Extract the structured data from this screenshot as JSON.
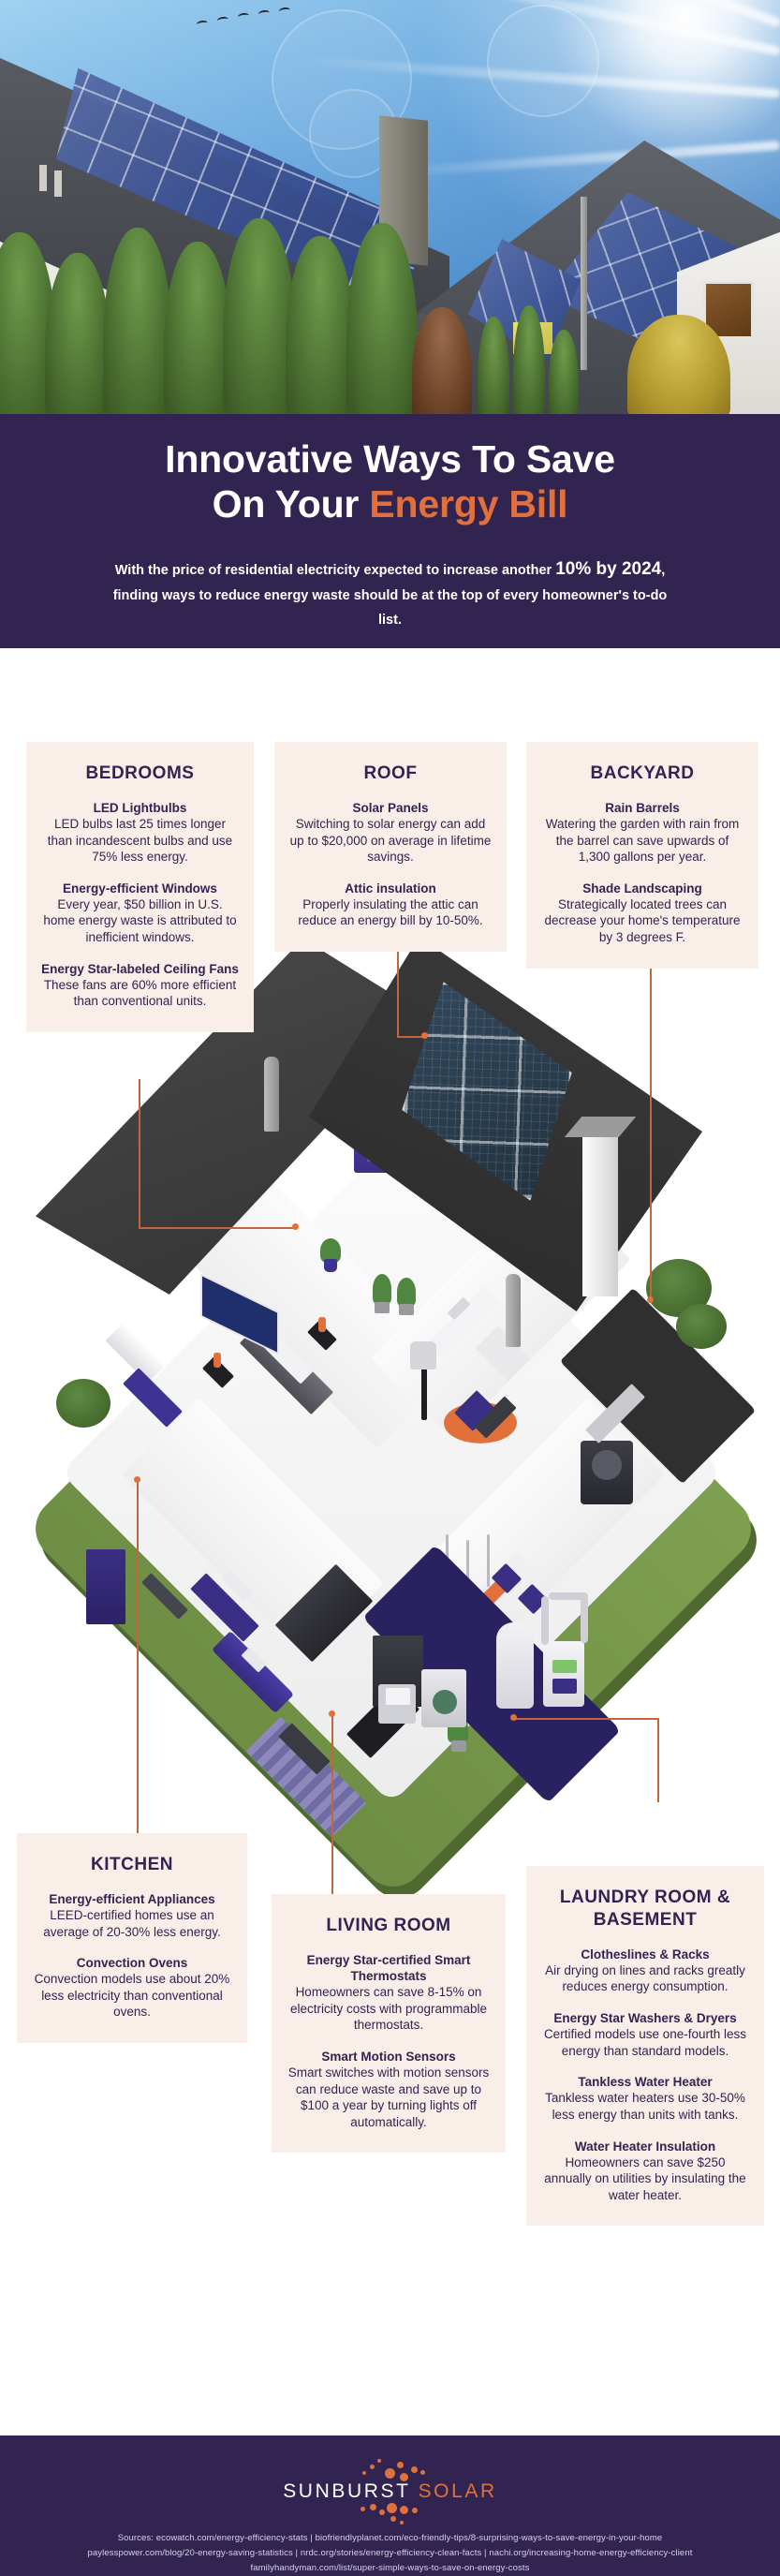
{
  "colors": {
    "brand_purple": "#312450",
    "accent_orange": "#e2703a",
    "card_bg": "#faeee8",
    "lawn_green": "#7fa050",
    "white": "#ffffff"
  },
  "hero": {
    "alt": "photo of a house roof covered in solar panels under a bright sun"
  },
  "header": {
    "title_line1": "Innovative Ways To Save",
    "title_line2_plain": "On Your ",
    "title_line2_accent": "Energy Bill",
    "subtitle_lead": "With the price of residential electricity expected to increase another",
    "subtitle_big": "10% by 2024",
    "subtitle_rest": ", finding ways to reduce energy waste should be at the top of every homeowner's to-do list."
  },
  "cards": {
    "bedrooms": {
      "heading": "BEDROOMS",
      "tips": [
        {
          "title": "LED Lightbulbs",
          "body": "LED bulbs last 25 times longer than incandescent bulbs and use 75% less energy."
        },
        {
          "title": "Energy-efficient Windows",
          "body": "Every year, $50 billion in U.S. home energy waste is attributed to inefficient windows."
        },
        {
          "title": "Energy Star-labeled Ceiling Fans",
          "body": "These fans are 60% more efficient than conventional units."
        }
      ]
    },
    "roof": {
      "heading": "ROOF",
      "tips": [
        {
          "title": "Solar Panels",
          "body": "Switching to solar energy can add up to $20,000 on average in lifetime savings."
        },
        {
          "title": "Attic insulation",
          "body": "Properly insulating the attic can reduce an energy bill by 10-50%."
        }
      ]
    },
    "backyard": {
      "heading": "BACKYARD",
      "tips": [
        {
          "title": "Rain Barrels",
          "body": "Watering the garden with rain from the barrel can save upwards of 1,300 gallons per year."
        },
        {
          "title": "Shade Landscaping",
          "body": "Strategically located trees can decrease your home's temperature by 3 degrees F."
        }
      ]
    },
    "kitchen": {
      "heading": "KITCHEN",
      "tips": [
        {
          "title": "Energy-efficient Appliances",
          "body": "LEED-certified homes use an average of 20-30% less energy."
        },
        {
          "title": "Convection Ovens",
          "body": "Convection models use about 20% less electricity than conventional ovens."
        }
      ]
    },
    "living_room": {
      "heading": "LIVING ROOM",
      "tips": [
        {
          "title": "Energy Star-certified Smart Thermostats",
          "body": "Homeowners can save 8-15% on electricity costs with programmable thermostats."
        },
        {
          "title": "Smart Motion Sensors",
          "body": "Smart switches with motion sensors can reduce waste and save up to $100 a year by turning lights off automatically."
        }
      ]
    },
    "laundry": {
      "heading": "LAUNDRY ROOM & BASEMENT",
      "tips": [
        {
          "title": "Clotheslines & Racks",
          "body": "Air drying on lines and racks greatly reduces energy consumption."
        },
        {
          "title": "Energy Star Washers & Dryers",
          "body": "Certified models use one-fourth less energy than standard models."
        },
        {
          "title": "Tankless Water Heater",
          "body": "Tankless water heaters use 30-50% less energy than units with tanks."
        },
        {
          "title": "Water Heater Insulation",
          "body": "Homeowners can save $250 annually on utilities by insulating the water heater."
        }
      ]
    }
  },
  "footer": {
    "logo_word1": "SUNBURST",
    "logo_word2": "SOLAR",
    "sources_line1": "Sources: ecowatch.com/energy-efficiency-stats | biofriendlyplanet.com/eco-friendly-tips/8-surprising-ways-to-save-energy-in-your-home",
    "sources_line2": "paylesspower.com/blog/20-energy-saving-statistics | nrdc.org/stories/energy-efficiency-clean-facts | nachi.org/increasing-home-energy-efficiency-client",
    "sources_line3": "familyhandyman.com/list/super-simple-ways-to-save-on-energy-costs"
  }
}
